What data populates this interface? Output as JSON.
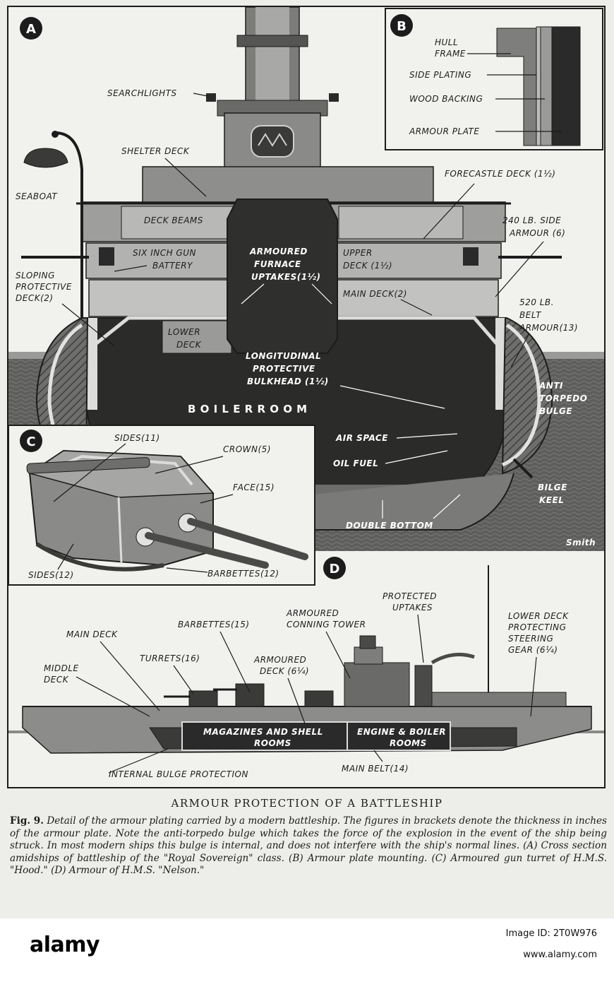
{
  "panels": {
    "a": "A",
    "b": "B",
    "c": "C",
    "d": "D"
  },
  "labels_a": {
    "searchlights": "SEARCHLIGHTS",
    "shelter_deck": "SHELTER DECK",
    "seaboat": "SEABOAT",
    "deck_beams": "DECK BEAMS",
    "six_inch_1": "SIX INCH GUN",
    "six_inch_2": "BATTERY",
    "sloping_1": "SLOPING",
    "sloping_2": "PROTECTIVE",
    "sloping_3": "DECK(2)",
    "uptakes_1": "ARMOURED",
    "uptakes_2": "FURNACE",
    "uptakes_3": "UPTAKES(1½)",
    "upper_deck_1": "UPPER",
    "upper_deck_2": "DECK (1½)",
    "main_deck": "MAIN DECK(2)",
    "lower_deck_1": "LOWER",
    "lower_deck_2": "DECK",
    "forecastle": "FORECASTLE DECK (1½)",
    "side_armour_1": "240 LB. SIDE",
    "side_armour_2": "ARMOUR (6)",
    "belt_1": "520 LB.",
    "belt_2": "BELT",
    "belt_3": "ARMOUR(13)",
    "bulkhead_1": "LONGITUDINAL",
    "bulkhead_2": "PROTECTIVE",
    "bulkhead_3": "BULKHEAD (1½)",
    "boiler_room": "B O I L E R   R O O M",
    "bulge_1": "ANTI",
    "bulge_2": "TORPEDO",
    "bulge_3": "BULGE",
    "air_space": "AIR SPACE",
    "oil_fuel": "OIL FUEL",
    "bilge_1": "BILGE",
    "bilge_2": "KEEL",
    "double_bottom": "DOUBLE BOTTOM",
    "signature": "Smith"
  },
  "labels_b": {
    "hull_1": "HULL",
    "hull_2": "FRAME",
    "side_plating": "SIDE PLATING",
    "wood_backing": "WOOD BACKING",
    "armour_plate": "ARMOUR PLATE"
  },
  "labels_c": {
    "sides_top": "SIDES(11)",
    "crown": "CROWN(5)",
    "face": "FACE(15)",
    "sides_bottom": "SIDES(12)",
    "barbettes": "BARBETTES(12)"
  },
  "labels_d": {
    "protected_1": "PROTECTED",
    "protected_2": "UPTAKES",
    "conning_1": "ARMOURED",
    "conning_2": "CONNING TOWER",
    "barbettes": "BARBETTES(15)",
    "main_deck": "MAIN DECK",
    "steering_1": "LOWER DECK",
    "steering_2": "PROTECTING",
    "steering_3": "STEERING",
    "steering_4": "GEAR (6¼)",
    "middle_1": "MIDDLE",
    "middle_2": "DECK",
    "turrets": "TURRETS(16)",
    "armoured_deck_1": "ARMOURED",
    "armoured_deck_2": "DECK (6¼)",
    "magazines_1": "MAGAZINES AND SHELL",
    "magazines_2": "ROOMS",
    "engine_1": "ENGINE & BOILER",
    "engine_2": "ROOMS",
    "internal_bulge": "INTERNAL BULGE PROTECTION",
    "main_belt": "MAIN BELT(14)"
  },
  "caption": {
    "title": "ARMOUR PROTECTION OF A BATTLESHIP",
    "fig": "Fig. 9.",
    "body": "Detail of the armour plating carried by a modern battleship. The figures in brackets denote the thickness in inches of the armour plate. Note the anti-torpedo bulge which takes the force of the explosion in the event of the ship being struck. In most modern ships this bulge is internal, and does not interfere with the ship's normal lines. (A) Cross section amidships of battleship of the \"Royal Sovereign\" class. (B) Armour plate mounting. (C) Armoured gun turret of H.M.S. \"Hood.\" (D) Armour of H.M.S. \"Nelson.\""
  },
  "stock": {
    "logo": "alamy",
    "image_id": "Image ID: 2T0W976",
    "url": "www.alamy.com"
  },
  "colors": {
    "ink": "#1c1c1c",
    "paper": "#f1f1ee",
    "dark_fill": "#2a2a2a",
    "mid_fill": "#8d8d8b",
    "light_fill": "#c4c4c1",
    "sea": "#5a5a58"
  }
}
